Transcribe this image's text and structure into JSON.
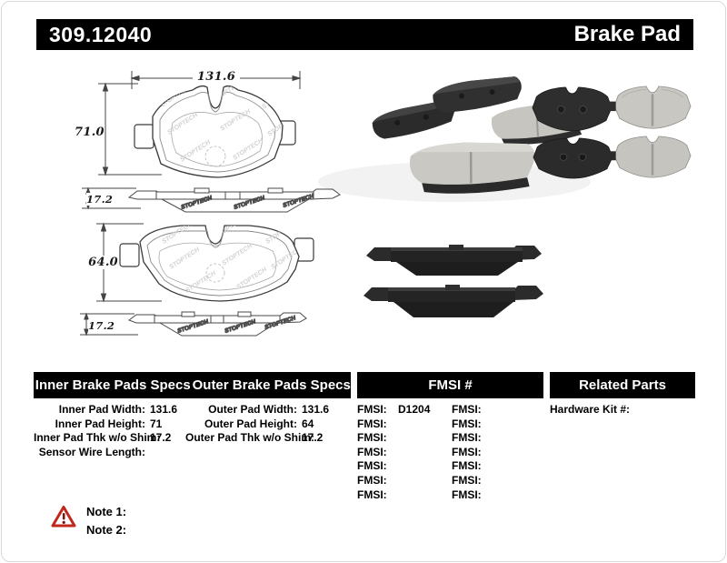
{
  "header": {
    "part_number": "309.12040",
    "product_type": "Brake Pad"
  },
  "drawings": {
    "watermark": "STOPTECH",
    "inner_pad": {
      "width": "131.6",
      "height": "71.0",
      "thickness": "17.2"
    },
    "outer_pad": {
      "height": "64.0",
      "thickness": "17.2"
    }
  },
  "specs": {
    "inner": {
      "header": "Inner Brake Pads Specs",
      "rows": [
        {
          "label": "Inner Pad Width:",
          "value": "131.6"
        },
        {
          "label": "Inner Pad Height:",
          "value": "71"
        },
        {
          "label": "Inner Pad Thk w/o Shim:",
          "value": "17.2"
        },
        {
          "label": "Sensor Wire Length:",
          "value": ""
        }
      ]
    },
    "outer": {
      "header": "Outer Brake Pads Specs",
      "rows": [
        {
          "label": "Outer Pad Width:",
          "value": "131.6"
        },
        {
          "label": "Outer Pad Height:",
          "value": "64"
        },
        {
          "label": "Outer Pad Thk w/o Shim:",
          "value": "17.2"
        }
      ]
    }
  },
  "fmsi": {
    "header": "FMSI #",
    "label": "FMSI:",
    "column1": [
      "D1204",
      "",
      "",
      "",
      "",
      "",
      ""
    ],
    "column2": [
      "",
      "",
      "",
      "",
      "",
      "",
      ""
    ]
  },
  "related_parts": {
    "header": "Related Parts",
    "rows": [
      {
        "label": "Hardware Kit #:",
        "value": ""
      }
    ]
  },
  "notes": {
    "items": [
      "Note 1:",
      "Note 2:"
    ]
  },
  "colors": {
    "header_bg": "#000000",
    "warning_red": "#c0281e"
  }
}
